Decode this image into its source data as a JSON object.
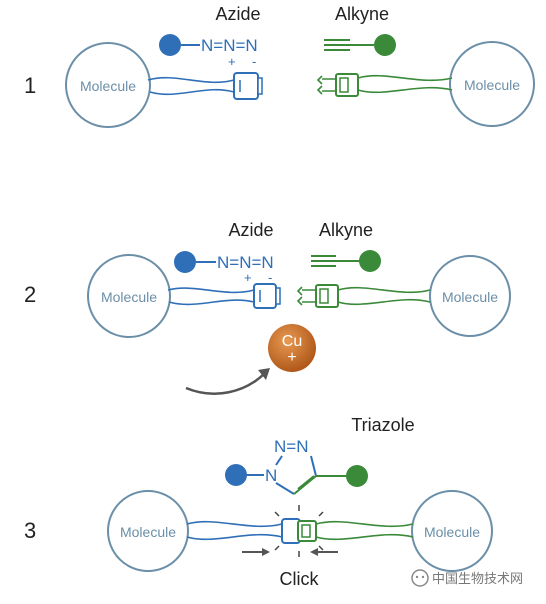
{
  "steps": [
    {
      "number": "1",
      "azide_label": "Azide",
      "alkyne_label": "Alkyne",
      "azide_formula": "N=N=N",
      "plus": "+",
      "minus": "-",
      "left_molecule": "Molecule",
      "right_molecule": "Molecule"
    },
    {
      "number": "2",
      "azide_label": "Azide",
      "alkyne_label": "Alkyne",
      "azide_formula": "N=N=N",
      "plus": "+",
      "minus": "-",
      "left_molecule": "Molecule",
      "right_molecule": "Molecule",
      "catalyst_line1": "Cu",
      "catalyst_line2": "+"
    },
    {
      "number": "3",
      "product_label": "Triazole",
      "ring_n_top": "N=N",
      "ring_n_left": "N",
      "left_molecule": "Molecule",
      "right_molecule": "Molecule",
      "click_label": "Click"
    }
  ],
  "watermark": "中国生物技术网",
  "colors": {
    "azide": "#2f6fb8",
    "alkyne": "#3a8a3a",
    "circle": "#6b8fa8",
    "text": "#222222",
    "catalyst": "#c0651b",
    "arrow": "#555555"
  }
}
